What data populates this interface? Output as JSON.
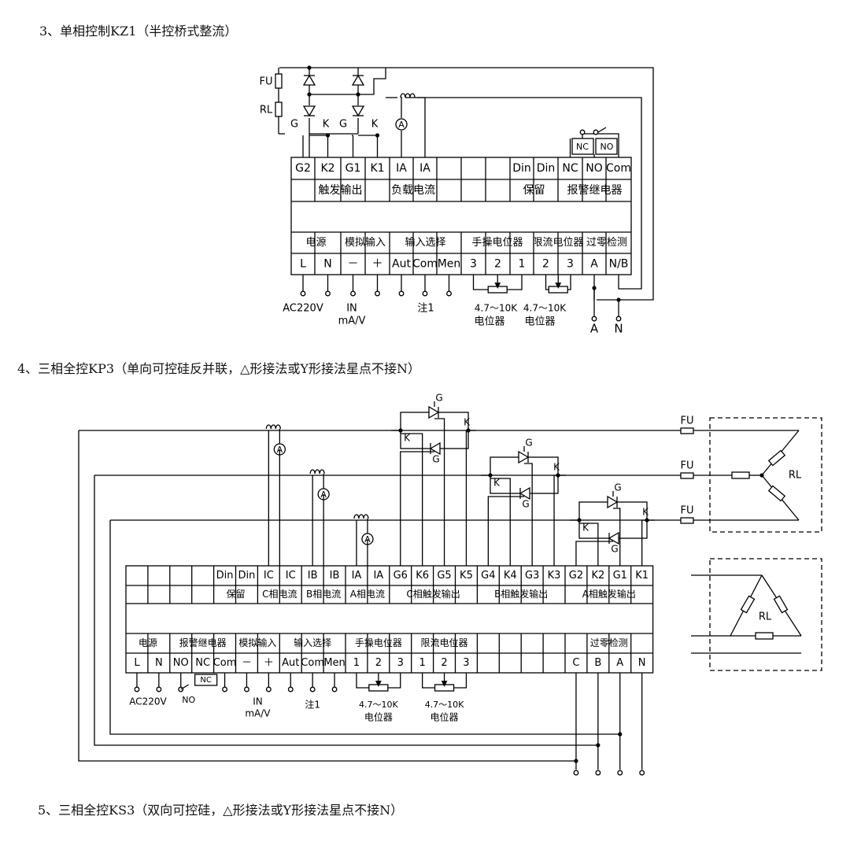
{
  "headings": {
    "s3": "3、单相控制KZ1（半控桥式整流）",
    "s4": "4、三相全控KP3（单向可控硅反并联，△形接法或Y形接法星点不接N）",
    "s5": "5、三相全控KS3（双向可控硅，△形接法或Y形接法星点不接N）"
  },
  "d1": {
    "top_terms": [
      "G2",
      "K2",
      "G1",
      "K1",
      "IA",
      "IA",
      "",
      "",
      "",
      "Din",
      "Din",
      "NC",
      "NO",
      "Com"
    ],
    "top_groups": [
      "触发输出",
      "负载电流",
      "保留",
      "报警继电器"
    ],
    "bottom_groups": [
      "电源",
      "模拟输入",
      "输入选择",
      "手操电位器",
      "限流电位器",
      "过零检测"
    ],
    "bottom_terms": [
      "L",
      "N",
      "－",
      "＋",
      "Aut",
      "Com",
      "Men",
      "3",
      "2",
      "1",
      "2",
      "3",
      "A",
      "N/B"
    ],
    "left_labels": [
      "FU",
      "RL"
    ],
    "gate_labels": [
      "G",
      "K",
      "G",
      "K"
    ],
    "relay_labels": [
      "NC",
      "NO"
    ],
    "ammeter": "A",
    "ext": {
      "ac": "AC220V",
      "in": "IN",
      "unit": "mA/V",
      "note": "注1",
      "pot_range": "4.7～10K",
      "pot_name": "电位器",
      "a": "A",
      "n": "N"
    }
  },
  "d2": {
    "top_terms": [
      "",
      "",
      "",
      "",
      "Din",
      "Din",
      "IC",
      "IC",
      "IB",
      "IB",
      "IA",
      "IA",
      "G6",
      "K6",
      "G5",
      "K5",
      "G4",
      "K4",
      "G3",
      "K3",
      "G2",
      "K2",
      "G1",
      "K1"
    ],
    "top_groups": [
      "保留",
      "C相电流",
      "B相电流",
      "A相电流",
      "C相触发输出",
      "B相触发输出",
      "A相触发输出"
    ],
    "bottom_groups": [
      "电源",
      "报警继电器",
      "模拟输入",
      "输入选择",
      "手操电位器",
      "限流电位器",
      "过零检测"
    ],
    "bottom_terms": [
      "L",
      "N",
      "NO",
      "NC",
      "Com",
      "－",
      "＋",
      "Aut",
      "Com",
      "Men",
      "1",
      "2",
      "3",
      "1",
      "2",
      "3",
      "",
      "",
      "",
      "",
      "C",
      "B",
      "A",
      "N"
    ],
    "fu": "FU",
    "rl": "RL",
    "gate_labels": [
      "G",
      "K",
      "G",
      "K"
    ],
    "ammeter": "A",
    "relay": [
      "NC",
      "NO"
    ],
    "ext": {
      "ac": "AC220V",
      "no": "NO",
      "in": "IN",
      "unit": "mA/V",
      "note": "注1",
      "pot_range": "4.7～10K",
      "pot_name": "电位器"
    }
  }
}
